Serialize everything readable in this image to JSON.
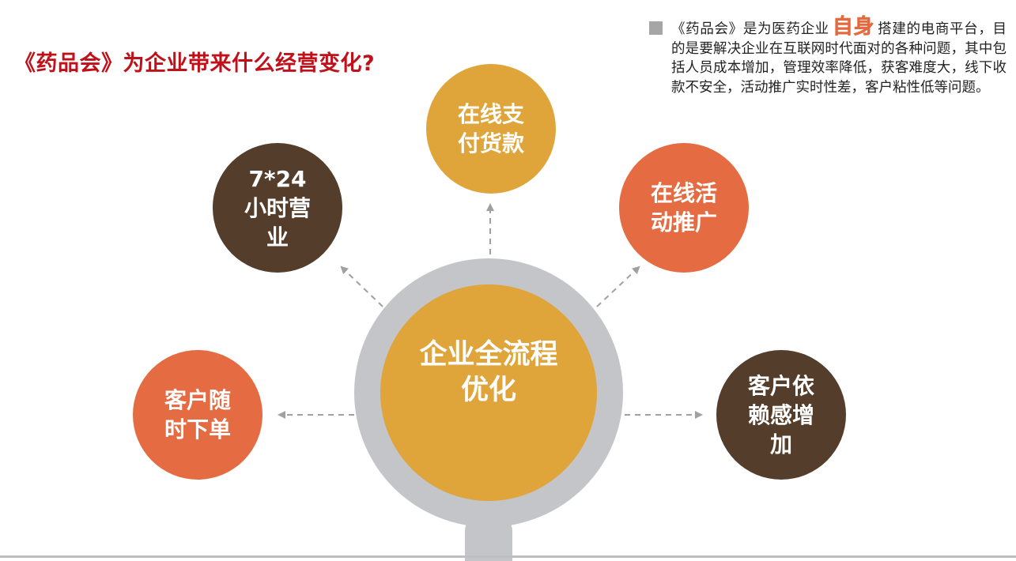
{
  "title": "《药品会》为企业带来什么经营变化?",
  "description": {
    "before_highlight": "《药品会》是为医药企业",
    "highlight": "自身",
    "after_highlight": "搭建的电商平台，目的是要解决企业在互联网时代面对的各种问题，其中包括人员成本增加，管理效率降低，获客难度大，线下收款不安全，活动推广实时性差，客户粘性低等问题。"
  },
  "center": {
    "lines": [
      "企业全流程",
      "优化"
    ]
  },
  "nodes": {
    "top": {
      "lines": [
        "在线支",
        "付货款"
      ]
    },
    "top_left": {
      "lines": [
        "7*24",
        "小时营",
        "业"
      ]
    },
    "top_right": {
      "lines": [
        "在线活",
        "动推广"
      ]
    },
    "left": {
      "lines": [
        "客户随",
        "时下单"
      ]
    },
    "right": {
      "lines": [
        "客户依",
        "赖感增",
        "加"
      ]
    }
  },
  "colors": {
    "title_red": "#c0101a",
    "gold": "#dfa43a",
    "orange": "#e46b42",
    "brown": "#553d2b",
    "ring_gray": "#c3c5c9",
    "arrow_gray": "#a0a0a0"
  }
}
